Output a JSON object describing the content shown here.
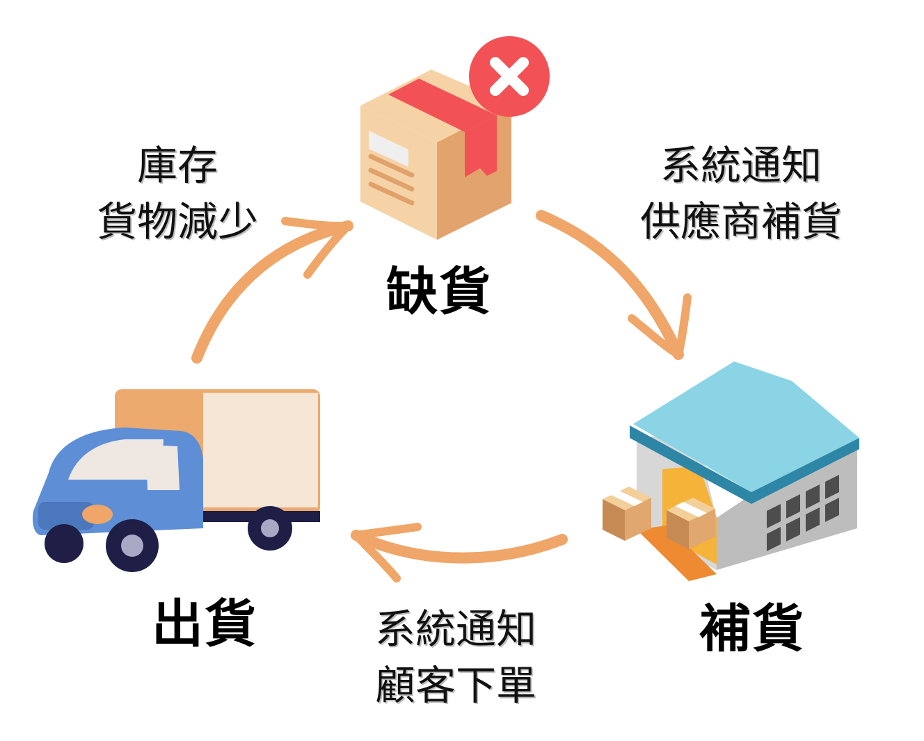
{
  "diagram": {
    "nodes": [
      {
        "id": "shortage",
        "label": "缺貨",
        "icon": "box-with-x-icon"
      },
      {
        "id": "restock",
        "label": "補貨",
        "icon": "warehouse-icon"
      },
      {
        "id": "shipment",
        "label": "出貨",
        "icon": "delivery-truck-icon"
      }
    ],
    "edges": [
      {
        "from": "shortage",
        "to": "restock",
        "lines": [
          "系統通知",
          "供應商補貨"
        ]
      },
      {
        "from": "restock",
        "to": "shipment",
        "lines": [
          "系統通知",
          "顧客下單"
        ]
      },
      {
        "from": "shipment",
        "to": "shortage",
        "lines": [
          "庫存",
          "貨物減少"
        ]
      }
    ]
  },
  "colors": {
    "arrow": "#EFA668",
    "box": "#E2A36C",
    "box_light": "#F6D3A6",
    "tape": "#F25256",
    "alert": "#F25256",
    "roof": "#8AD4E6",
    "roof_edge": "#2E86A6",
    "wall": "#D7D7D7",
    "door": "#F6B33A",
    "ramp": "#EE8A32",
    "truck_body": "#5E8FD6",
    "cargo": "#ECAA6E",
    "cargo_panel": "#F5E6D6",
    "wheel": "#1E1E46"
  }
}
